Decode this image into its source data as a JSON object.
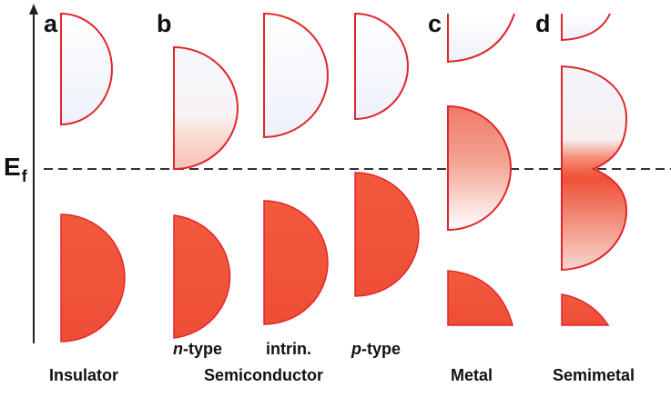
{
  "panels": {
    "a": "a",
    "b": "b",
    "c": "c",
    "d": "d"
  },
  "fermi_level": {
    "main": "E",
    "sub": "f"
  },
  "semiconductor_types": {
    "n_prefix": "n",
    "n_suffix": "-type",
    "intrinsic": "intrin.",
    "p_prefix": "p",
    "p_suffix": "-type"
  },
  "categories": {
    "insulator": "Insulator",
    "semiconductor": "Semiconductor",
    "metal": "Metal",
    "semimetal": "Semimetal"
  },
  "colors": {
    "band_outline": "#e0262a",
    "filled": "#f05a3c",
    "empty": "#f6f8fd",
    "fermi_line": "#333333",
    "axis": "#222222"
  }
}
